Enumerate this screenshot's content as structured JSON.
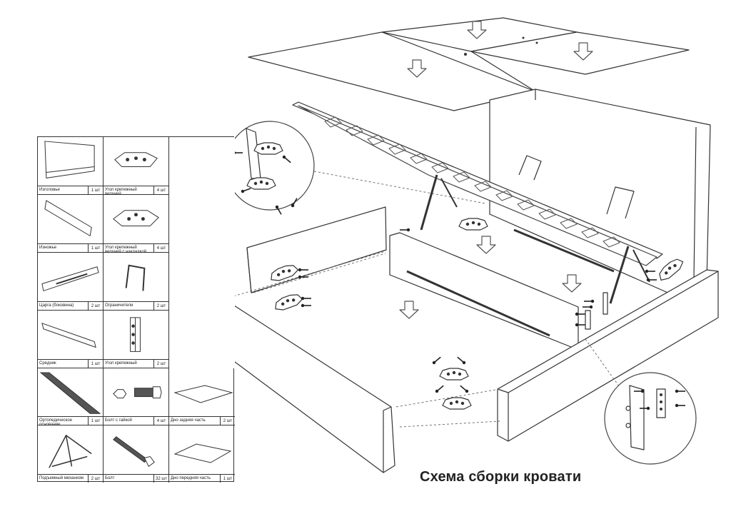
{
  "title": "Схема сборки кровати",
  "parts": [
    {
      "name": "Изголовье",
      "qty": "1 шт",
      "icon": "headboard-icon"
    },
    {
      "name": "Угол крепежный верхний",
      "qty": "4 шт",
      "icon": "corner-bracket-icon"
    },
    {
      "name": "Изножье",
      "qty": "1 шт",
      "icon": "footboard-icon"
    },
    {
      "name": "Угол крепежный верхний с накладкой",
      "qty": "4 шт",
      "icon": "corner-bracket-plate-icon"
    },
    {
      "name": "Царга (боковина)",
      "qty": "2 шт",
      "icon": "side-rail-icon"
    },
    {
      "name": "Ограничители",
      "qty": "2 шт",
      "icon": "limiter-icon"
    },
    {
      "name": "Средник",
      "qty": "1 шт",
      "icon": "center-beam-icon"
    },
    {
      "name": "Угол крепежный",
      "qty": "2 шт",
      "icon": "mounting-angle-icon"
    },
    {
      "name": "Ортопедическое основание",
      "qty": "1 шт",
      "icon": "orthopedic-base-icon"
    },
    {
      "name": "Болт с гайкой",
      "qty": "4 шт",
      "icon": "bolt-nut-icon"
    },
    {
      "name": "Дно задняя часть",
      "qty": "2 шт",
      "icon": "rear-bottom-panel-icon"
    },
    {
      "name": "Подъемный механизм",
      "qty": "2 шт",
      "icon": "lift-mechanism-icon"
    },
    {
      "name": "Болт",
      "qty": "32 шт",
      "icon": "bolt-icon"
    },
    {
      "name": "Дно передняя часть",
      "qty": "1 шт",
      "icon": "front-bottom-panel-icon"
    }
  ]
}
